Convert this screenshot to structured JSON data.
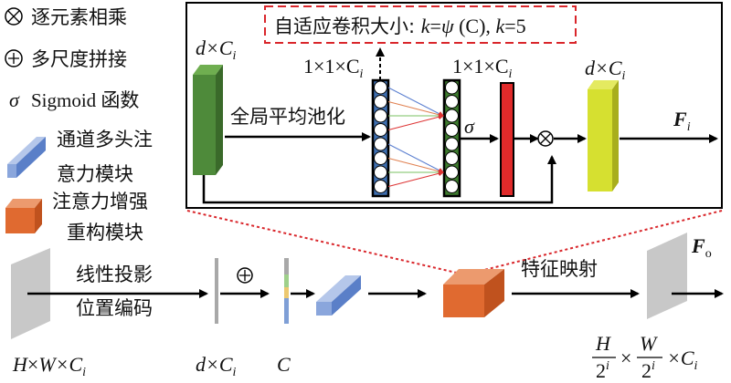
{
  "legend": {
    "multiply": {
      "symbol": "⊗",
      "label": "逐元素相乘"
    },
    "concat": {
      "symbol": "⊕",
      "label": "多尺度拼接"
    },
    "sigmoid": {
      "symbol": "σ",
      "label": "Sigmoid 函数"
    },
    "channel_attention": {
      "line1": "通道多头注",
      "line2": "意力模块",
      "color": "#7f9fd6"
    },
    "enhance": {
      "line1": "注意力增强",
      "line2": "重构模块",
      "color": "#e07038"
    }
  },
  "detail": {
    "adaptive_kernel": {
      "prefix": "自适应卷积大小: ",
      "k": "k",
      "eq1": "=",
      "psi": "ψ",
      "paren": " (C), ",
      "k2": "k",
      "eq2": "=5"
    },
    "input_label": {
      "d": "d",
      "x": "×C",
      "i": "i"
    },
    "pool_label": "全局平均池化",
    "vec1_label": {
      "main": "1×1×C",
      "i": "i"
    },
    "vec2_label": {
      "main": "1×1×C",
      "i": "i"
    },
    "sigma": "σ",
    "multiply_symbol": "⊗",
    "output_label": {
      "d": "d",
      "x": "×C",
      "i": "i"
    },
    "output_name": {
      "F": "F",
      "i": "i"
    },
    "colors": {
      "input": "#4e8a3a",
      "vec1": "#3f6fb0",
      "vec2": "#3d7a2e",
      "gate": "#e02a2a",
      "output": "#d6e030",
      "dashed_box": "#d9262b"
    }
  },
  "pipeline": {
    "proj_line1": "线性投影",
    "proj_line2": "位置编码",
    "concat_symbol": "⊕",
    "feature_map": "特征映射",
    "output_name": {
      "F": "F",
      "o": "o"
    },
    "input_dims": {
      "H": "H",
      "x1": "×",
      "W": "W",
      "x2": "×C",
      "i": "i"
    },
    "token_dims": {
      "d": "d",
      "x": "×C",
      "i": "i"
    },
    "concat_dims": "C",
    "output_dims": {
      "H": "H",
      "den1": "2",
      "exp1": "i",
      "times1": "×",
      "W": "W",
      "den2": "2",
      "exp2": "i",
      "times2": "×C",
      "i": "i"
    }
  }
}
